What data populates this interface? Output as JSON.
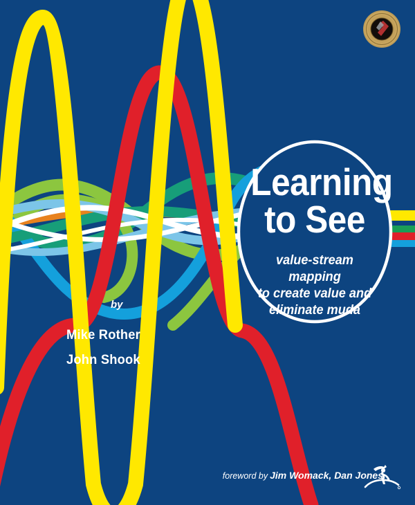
{
  "cover": {
    "background_color": "#0d4480",
    "title_line1": "Learning",
    "title_line2": "to See",
    "subtitle_line1": "value-stream mapping",
    "subtitle_line2": "to create value and",
    "subtitle_line3": "eliminate muda",
    "by_label": "by",
    "author1": "Mike Rother",
    "author2": "John Shook",
    "foreword_lead": "foreword by",
    "foreword_names": "Jim Womack, Dan Jones",
    "seal_name": "award-seal-icon",
    "publisher_logo_name": "lean-enterprise-institute-logo"
  },
  "palette": {
    "navy": "#0d4480",
    "yellow": "#ffe800",
    "red": "#e0202a",
    "green": "#8cc63f",
    "teal": "#179e79",
    "lightblue": "#7cc5e8",
    "cyan": "#14a0dc",
    "orange": "#e8821e",
    "white": "#ffffff",
    "seal_gold": "#c9a65e",
    "seal_black": "#120d0a",
    "seal_red": "#b03030"
  },
  "edge_bars": [
    {
      "color": "#ffe800",
      "label": "yellow-bar"
    },
    {
      "color": "#1a9e57",
      "label": "green-bar"
    },
    {
      "color": "#e0202a",
      "label": "red-bar"
    },
    {
      "color": "#14a0dc",
      "label": "blue-bar"
    }
  ]
}
